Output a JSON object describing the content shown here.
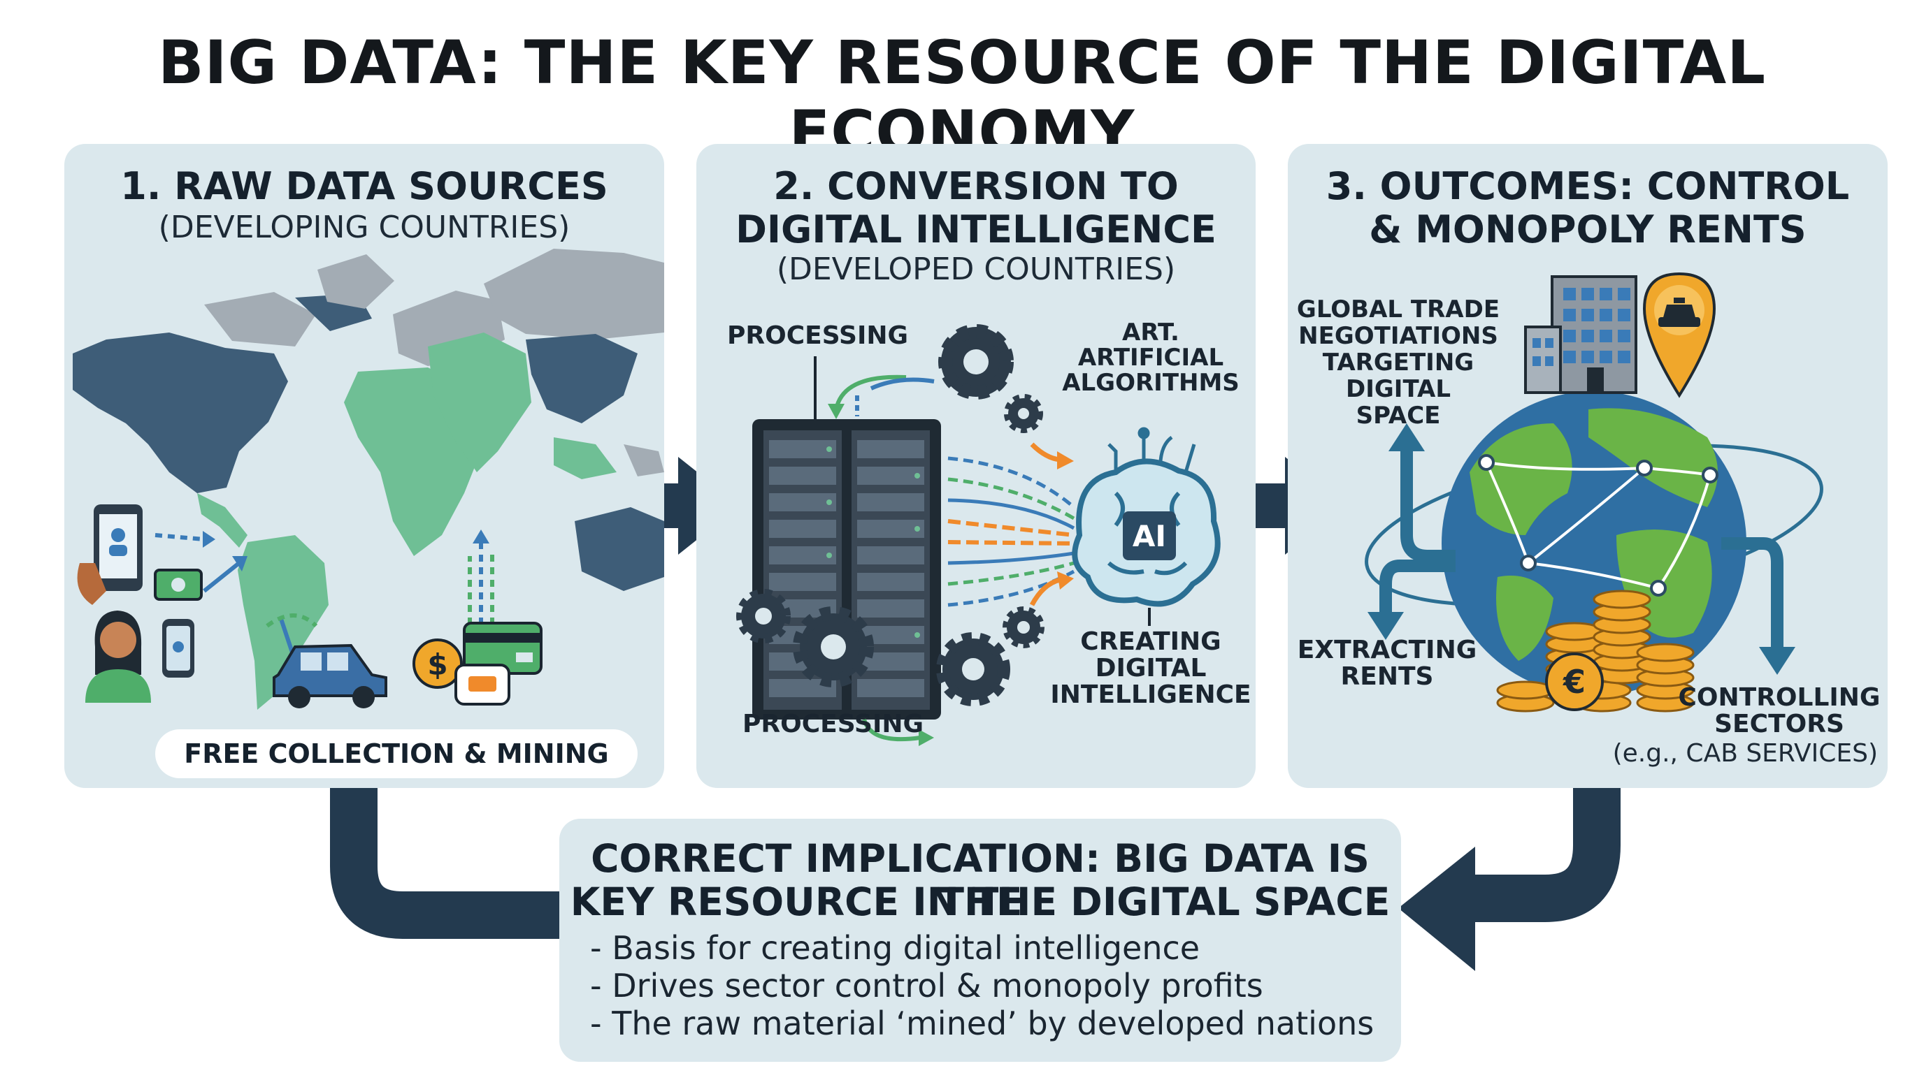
{
  "title": "BIG DATA: THE KEY RESOURCE OF THE DIGITAL ECONOMY",
  "panels": [
    {
      "heading": "1. RAW DATA SOURCES",
      "subheading": "(DEVELOPING COUNTRIES)",
      "footer": "FREE COLLECTION & MINING"
    },
    {
      "heading_line1": "2. CONVERSION TO",
      "heading_line2": "DIGITAL INTELLIGENCE",
      "subheading": "(DEVELOPED COUNTRIES)",
      "processing_top": "PROCESSING",
      "processing_bottom": "PROCESSING",
      "algorithms_line1": "ART.",
      "algorithms_line2": "ARTIFICIAL",
      "algorithms_line3": "ALGORITHMS",
      "ai_chip": "AI",
      "creating_line1": "CREATING",
      "creating_line2": "DIGITAL",
      "creating_line3": "INTELLIGENCE"
    },
    {
      "heading_line1": "3. OUTCOMES: CONTROL",
      "heading_line2": "& MONOPOLY RENTS",
      "trade_line1": "GLOBAL TRADE",
      "trade_line2": "NEGOTIATIONS",
      "trade_line3": "TARGETING",
      "trade_line4": "DIGITAL",
      "trade_line5": "SPACE",
      "extract_line1": "EXTRACTING",
      "extract_line2": "RENTS",
      "control_line1": "CONTROLLING",
      "control_line2": "SECTORS",
      "control_note": "(e.g., CAB SERVICES)",
      "coin_symbol": "€"
    }
  ],
  "implication": {
    "title_line1": "CORRECT IMPLICATION: BIG DATA IS THE",
    "title_line2": "KEY RESOURCE IN THE DIGITAL SPACE",
    "bullets": [
      "- Basis for creating digital intelligence",
      "- Drives sector control & monopoly profits",
      "- The raw material ‘mined’ by developed nations"
    ]
  },
  "icons": {
    "money": "$",
    "globe_pin": "taxi-icon"
  },
  "colors": {
    "panel_bg": "#dbe8ed",
    "arrow_dark": "#233a4f",
    "map_green": "#6fbf95",
    "map_gray": "#a3acb4",
    "map_blue": "#3e5d78",
    "accent_orange": "#f08a2b",
    "accent_green": "#4fae6a",
    "accent_blue": "#3a7bb8",
    "coin_gold": "#f0a72b"
  }
}
